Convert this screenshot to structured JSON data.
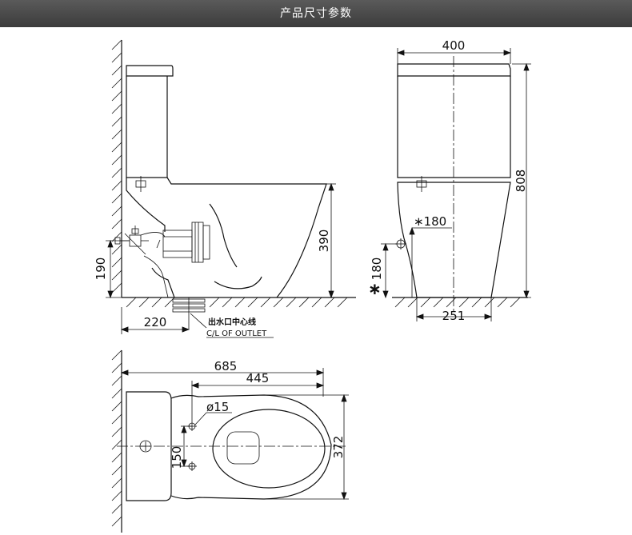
{
  "header": {
    "title": "产品尺寸参数"
  },
  "side_view": {
    "dims": {
      "outlet_height": "190",
      "height": "390",
      "outlet_distance": "220"
    },
    "outlet_label_cn": "出水口中心线",
    "outlet_label_en": "C/L OF OUTLET"
  },
  "front_view": {
    "dims": {
      "width": "400",
      "height": "808",
      "inlet_height": "∗180",
      "valve_height": "180",
      "base_width": "251"
    },
    "asterisk": "∗"
  },
  "top_view": {
    "dims": {
      "length": "685",
      "bowl_length": "445",
      "width": "372",
      "inlet_spacing": "150",
      "hole_diameter": "ø15"
    }
  }
}
